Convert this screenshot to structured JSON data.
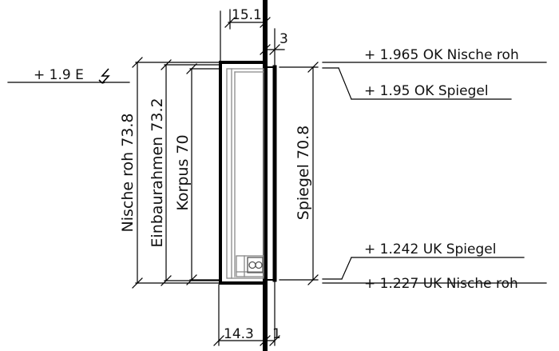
{
  "dimensions": {
    "top_width": "15.1",
    "mirror_offset": "3",
    "bottom_width": "14.3",
    "bottom_offset": "1",
    "niche_raw_height": "Nische roh 73.8",
    "frame_height": "Einbaurahmen 73.2",
    "body_height": "Korpus 70",
    "mirror_height": "Spiegel 70.8"
  },
  "levels": {
    "ok_niche": "+ 1.965  OK Nische roh",
    "ok_mirror": "+ 1.95  OK Spiegel",
    "uk_mirror": "+ 1.242  UK Spiegel",
    "uk_niche": "+ 1.227  UK Nische roh",
    "electric_prefix": "+ 1.9  E",
    "electric_symbol": "lightning-bolt-icon"
  }
}
